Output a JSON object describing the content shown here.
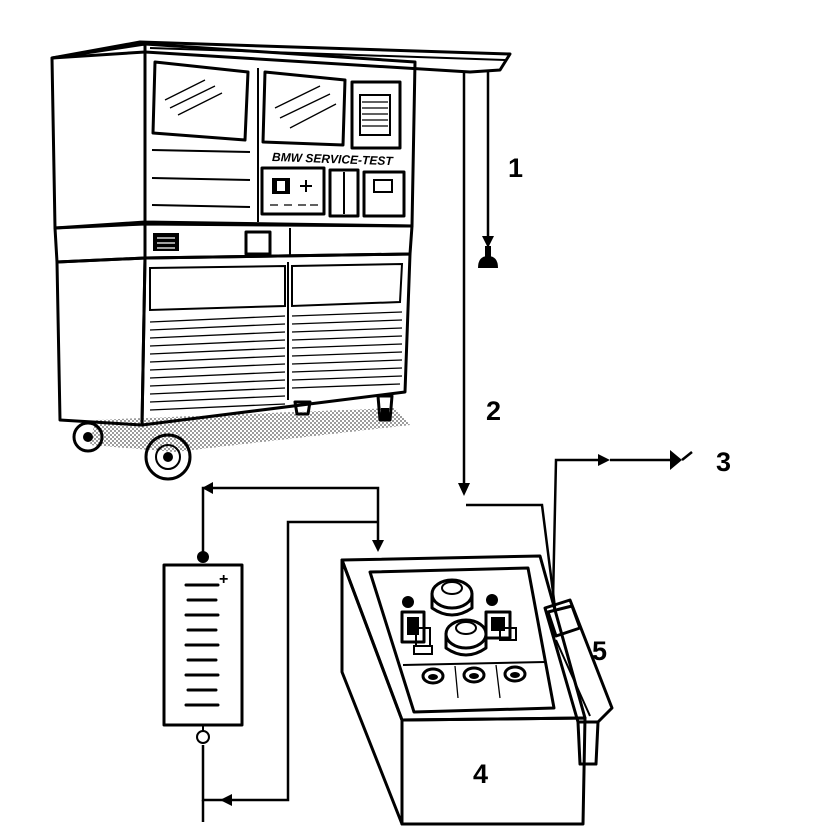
{
  "tester": {
    "panel_label": "BMW SERVICE-TEST"
  },
  "callouts": [
    {
      "id": "1",
      "label": "1"
    },
    {
      "id": "2",
      "label": "2"
    },
    {
      "id": "3",
      "label": "3"
    },
    {
      "id": "4",
      "label": "4"
    },
    {
      "id": "5",
      "label": "5"
    }
  ],
  "battery": {
    "positive_symbol": "+"
  },
  "colors": {
    "line": "#000000",
    "background": "#ffffff",
    "shading": "#cfcfcf"
  }
}
